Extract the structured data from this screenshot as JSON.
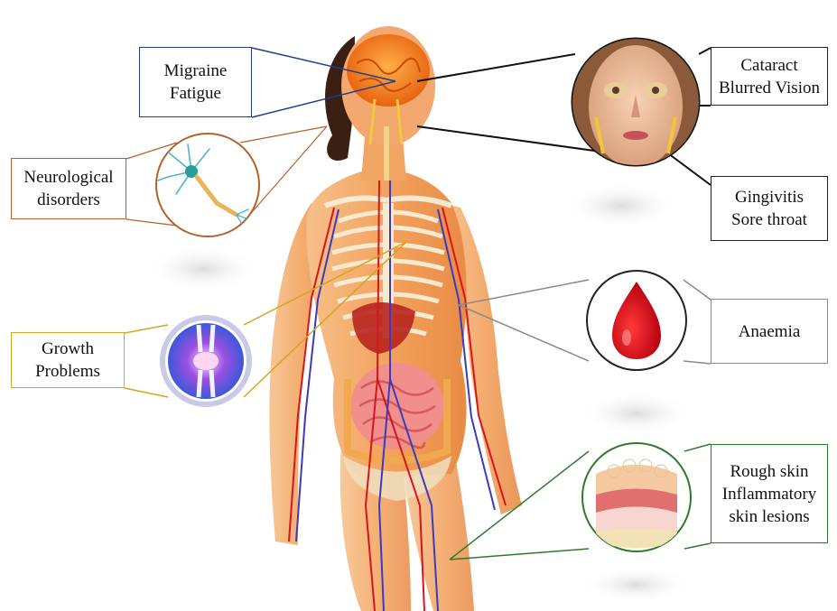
{
  "labels": {
    "migraine": {
      "line1": "Migraine",
      "line2": "Fatigue"
    },
    "neuro": {
      "line1": "Neurological",
      "line2": "disorders"
    },
    "growth": {
      "line1": "Growth",
      "line2": "Problems"
    },
    "cataract": {
      "line1": "Cataract",
      "line2": "Blurred Vision"
    },
    "gingivitis": {
      "line1": "Gingivitis",
      "line2": "Sore throat"
    },
    "anaemia": {
      "line1": "Anaemia"
    },
    "skin": {
      "line1": "Rough skin",
      "line2": "Inflammatory",
      "line3": "skin lesions"
    }
  },
  "colors": {
    "migraine_connector": "#1f3f8a",
    "neuro_connector": "#b5622a",
    "growth_connector": "#d4a520",
    "eye_connector": "#111111",
    "anaemia_connector": "#8a8a8a",
    "skin_connector": "#2f7a2a",
    "body_skin": "#f2a86e",
    "blood": "#d8141e"
  },
  "icons": {
    "head": "brain-icon",
    "face": "face-icon",
    "neuron": "neuron-icon",
    "joint": "knee-joint-icon",
    "drop": "blood-drop-icon",
    "skin": "skin-layer-icon"
  }
}
